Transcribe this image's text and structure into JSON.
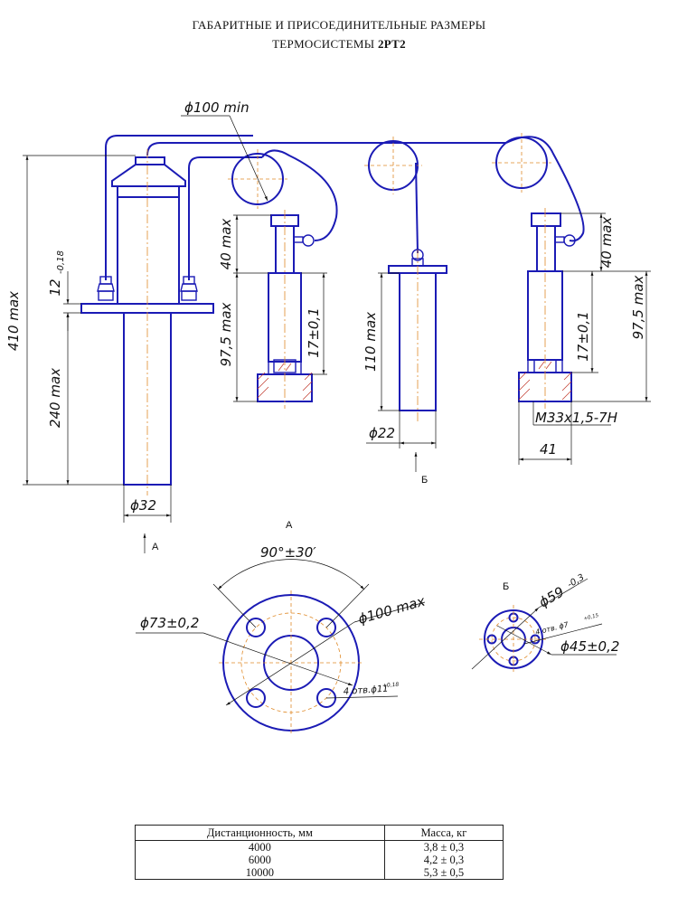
{
  "title": {
    "line1": "ГАБАРИТНЫЕ И ПРИСОЕДИНИТЕЛЬНЫЕ РАЗМЕРЫ",
    "line2_prefix": "ТЕРМОСИСТЕМЫ ",
    "line2_model": "2РТ2"
  },
  "dims": {
    "d100min": "ϕ100 min",
    "h410": "410 max",
    "h240": "240 max",
    "h12": "12",
    "h12tol": "-0,18",
    "d32": "ϕ32",
    "h40a": "40 max",
    "h97a": "97,5 max",
    "h17a": "17±0,1",
    "h110": "110 max",
    "d22": "ϕ22",
    "h40b": "40 max",
    "h97b": "97,5 max",
    "h17b": "17±0,1",
    "thread": "M33x1,5-7H",
    "w41": "41"
  },
  "views": {
    "a_arrow": "А",
    "b_arrow": "Б",
    "a_title": "А",
    "b_title": "Б",
    "angle": "90°±30′",
    "d73": "ϕ73±0,2",
    "d100max": "ϕ100 max",
    "holes_a": "4 отв.ϕ11",
    "holes_a_tol": "+0,18",
    "d59": "ϕ59",
    "d59tol": "-0,3",
    "holes_b": "4 отв. ϕ7",
    "holes_b_tol": "+0,15",
    "d45": "ϕ45±0,2"
  },
  "table": {
    "headers": [
      "Дистанционность, мм",
      "Масса, кг"
    ],
    "rows": [
      [
        "4000",
        "3,8 ± 0,3"
      ],
      [
        "6000",
        "4,2 ± 0,3"
      ],
      [
        "10000",
        "5,3 ± 0,5"
      ]
    ]
  },
  "colors": {
    "outline": "#1b1bb5",
    "axis": "#e08b2a",
    "hatch": "#c0392b",
    "dimension": "#111111"
  }
}
